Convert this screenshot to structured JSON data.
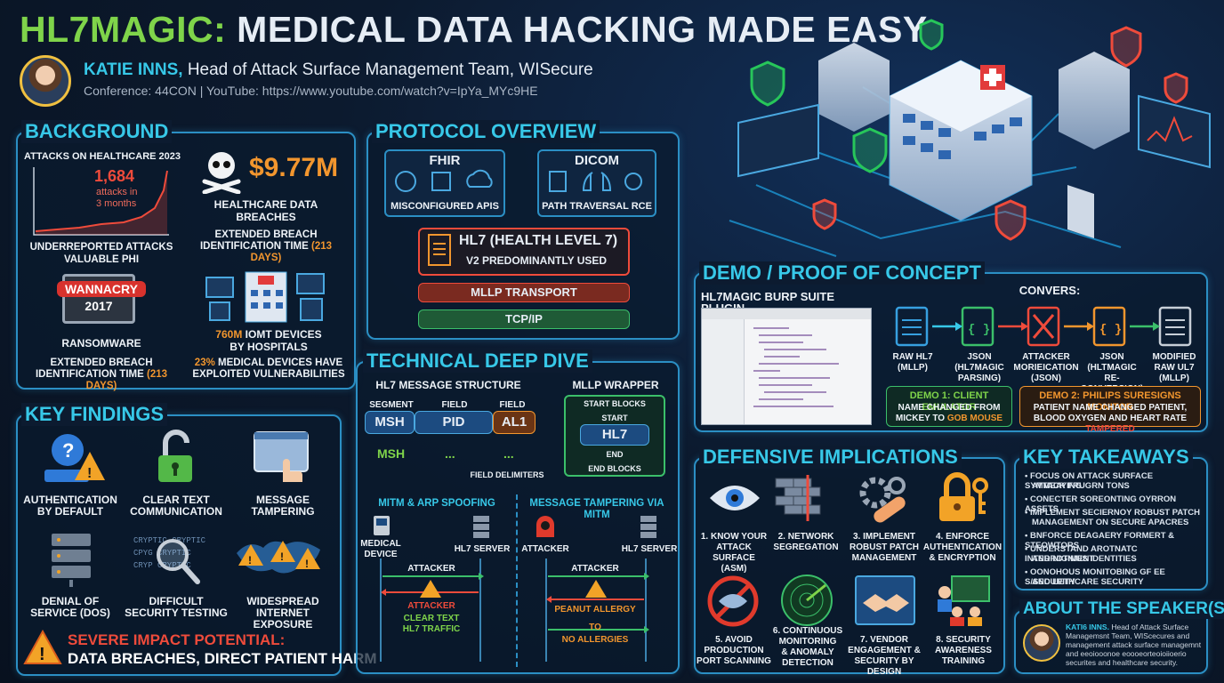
{
  "header": {
    "title_a": "HL7MAGIC:",
    "title_b": "MEDICAL DATA HACKING MADE EASY",
    "speaker_name": "KATIE INNS,",
    "speaker_role": "Head of Attack Surface Management Team, WISecure",
    "conference": "Conference: 44CON  |  YouTube: https://www.youtube.com/watch?v=IpYa_MYc9HE"
  },
  "background": {
    "title": "BACKGROUND",
    "chart_title": "ATTACKS ON HEALTHCARE 2023",
    "attacks_value": "1,684",
    "attacks_text": "attacks in",
    "attacks_period": "3 months",
    "chart_caption_1": "UNDERREPORTED ATTACKS",
    "chart_caption_2": "VALUABLE PHI",
    "cost": "$9.77M",
    "cost_caption_1": "HEALTHCARE DATA",
    "cost_caption_2": "BREACHES",
    "cost_sub_1": "EXTENDED BREACH",
    "cost_sub_2": "IDENTIFICATION TIME",
    "cost_days": "(213 DAYS)",
    "wannacry_1": "WANNACRY",
    "wannacry_2": "2017",
    "ransom_caption": "RANSOMWARE",
    "ransom_sub_1": "EXTENDED BREACH",
    "ransom_sub_2": "IDENTIFICATION TIME",
    "ransom_days": "(213 DAYS)",
    "iomt_value": "760M",
    "iomt_1": "IoMT DEVICES",
    "iomt_2": "BY HOSPITALS",
    "vuln_pct": "23%",
    "vuln_1": "MEDICAL DEVICES HAVE",
    "vuln_2": "EXPLOITED VULNERABILITIES"
  },
  "key_findings": {
    "title": "KEY FINDINGS",
    "items": [
      "AUTHENTICATION BY DEFAULT",
      "CLEAR TEXT COMMUNICATION",
      "MESSAGE TAMPERING",
      "DENIAL OF SERVICE (DoS)",
      "DIFFICULT SECURITY TESTING",
      "WIDESPREAD INTERNET EXPOSURE"
    ],
    "severe_1": "SEVERE IMPACT POTENTIAL:",
    "severe_2": "DATA BREACHES, DIRECT PATIENT HARM"
  },
  "protocol": {
    "title": "PROTOCOL OVERVIEW",
    "fhir": "FHIR",
    "fhir_sub": "MISCONFIGURED APIS",
    "dicom": "DICOM",
    "dicom_sub": "PATH TRAVERSAL RCE",
    "hl7": "HL7 (HEALTH LEVEL 7)",
    "hl7_sub": "V2 PREDOMINANTLY USED",
    "mllp": "MLLP TRANSPORT",
    "tcp": "TCP/IP"
  },
  "deep_dive": {
    "title": "TECHNICAL DEEP DIVE",
    "struct_title": "HL7 MESSAGE STRUCTURE",
    "segment": "SEGMENT",
    "field1": "FIELD",
    "field2": "FIELD",
    "msh": "MSH",
    "pid": "PID",
    "al1": "AL1",
    "msh2": "MSH",
    "dots1": "...",
    "dots2": "...",
    "delims": "FIELD DELIMITERS",
    "wrapper_title": "MLLP WRAPPER",
    "start_blocks": "START BLOCKS",
    "start": "START",
    "hl7": "HL7",
    "end": "END",
    "end_blocks": "END BLOCKS",
    "mitm_title": "MITM & ARP SPOOFING",
    "tamper_title": "MESSAGE TAMPERING VIA MITM",
    "medical": "MEDICAL",
    "device": "DEVICE",
    "server1": "HL7 SERVER",
    "attacker_lbl": "ATTACKER",
    "server2": "HL7 SERVER",
    "attacker1": "ATTACKER",
    "attacker2": "ATTACKER",
    "clear1": "CLEAR TEXT",
    "clear2": "HL7 TRAFFIC",
    "attacker3": "ATTACKER",
    "peanut": "PEANUT ALLERGY",
    "to": "TO",
    "noall": "NO ALLERGIES"
  },
  "demo": {
    "title": "DEMO / PROOF OF CONCEPT",
    "plugin": "HL7MAGIC BURP SUITE PLUGIN",
    "convers": "CONVERS:",
    "steps": [
      [
        "RAW HL7",
        "(MLLP)"
      ],
      [
        "JSON",
        "(HL7MAGIC",
        "PARSING)"
      ],
      [
        "ATTACKER",
        "MORIEICATION",
        "(JSON)"
      ],
      [
        "JSON",
        "(HLTMAGIC",
        "RE-CONVERSION)"
      ],
      [
        "MODIFIED",
        "RAW UL7",
        "(MLLP)"
      ]
    ],
    "demo1_title": "DEMO 1: CLIENT EMULATOR",
    "demo1_a": "NAME CHANGED FROM",
    "demo1_b": "MICKEY TO",
    "demo1_c": "GOB MOUSE",
    "demo2_title": "DEMO 2: PHILIPS SURESIGNS MONITOR",
    "demo2_a": "PATIENT NAME CHANGED PATIENT,",
    "demo2_b": "BLOOD OXYGEN AND HEART RATE",
    "demo2_c": "TAMPERED"
  },
  "defensive": {
    "title": "DEFENSIVE IMPLICATIONS",
    "items": [
      [
        "1. KNOW YOUR",
        "ATTACK SURFACE",
        "(ASM)"
      ],
      [
        "2. NETWORK",
        "SEGREGATION",
        ""
      ],
      [
        "3. IMPLEMENT",
        "ROBUST PATCH",
        "MANAGEMENT"
      ],
      [
        "4. ENFORCE",
        "AUTHENTICATION",
        "& ENCRYPTION"
      ],
      [
        "5. AVOID",
        "PRODUCTION",
        "PORT SCANNING"
      ],
      [
        "6. CONTINUOUS",
        "MONITORING",
        "& ANOMALY",
        "DETECTION"
      ],
      [
        "7. VENDOR",
        "ENGAGEMENT &",
        "SECURITY BY DESIGN"
      ],
      [
        "8. SECURITY",
        "AWARENESS",
        "TRAINING"
      ]
    ]
  },
  "takeaways": {
    "title": "KEY TAKEAWAYS",
    "items": [
      "• FOCUS ON ATTACK SURFACE SYMMEAYING",
      "ATTACK FRUGRN TONS",
      "• CONECTER SOREONTING OYRRON ASSETS",
      "• IMPLEMENT SECIERNOY ROBUST PATCH",
      "MANAGEMENT ON SECURE APACRES",
      "• BNFORCE DEAGAERY FORMERT & STEOWTORS",
      "• UNDERSTAND AROTNATC INTERROTIMENT",
      "AND NIGNIUS IDENTITIES",
      "• OONOHOUS MONITOBING GF EE S/SECURITY",
      "AND LETHCARE SECURITY"
    ]
  },
  "about": {
    "title": "ABOUT THE SPEAKER(S)",
    "name": "KATI6 INNS.",
    "bio": "Head of Attack Surface Managemsnt Team, WIScecures and management attack surface managemnt and eeoiooonoe eoooeorteoioiioerio securites and healthcare security."
  },
  "colors": {
    "accent": "#37c8e8",
    "green": "#7fd44a",
    "orange": "#f2962e",
    "red": "#ef4b3b",
    "panel_border": "#2b8fc4"
  }
}
